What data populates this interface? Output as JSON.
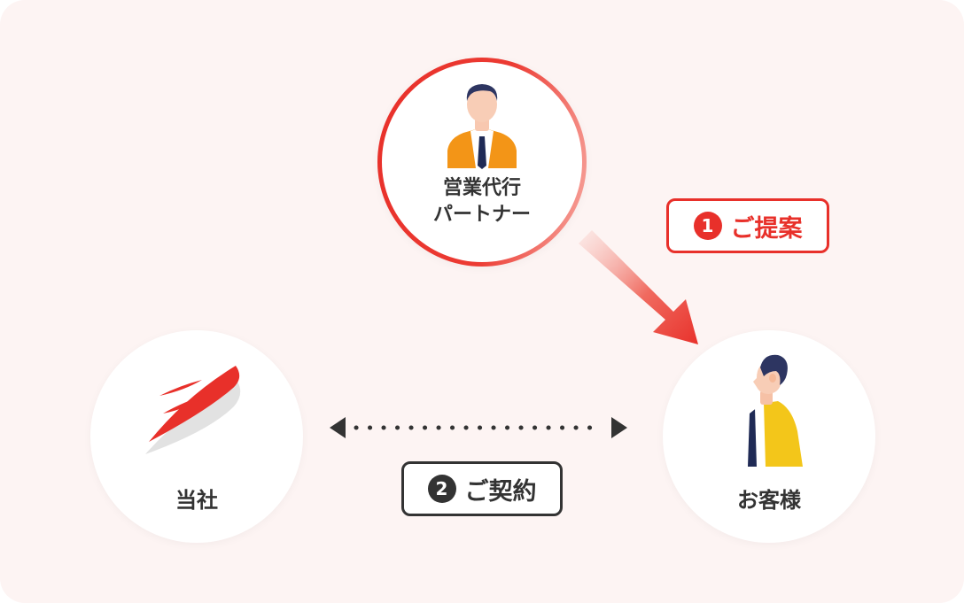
{
  "partner": {
    "label_line1": "営業代行",
    "label_line2": "パートナー",
    "icon": "businessman-icon"
  },
  "company": {
    "label": "当社",
    "icon": "swoosh-logo"
  },
  "customer": {
    "label": "お客様",
    "icon": "customer-person-icon"
  },
  "step1": {
    "number": "1",
    "label": "ご提案",
    "color": "#e8302a"
  },
  "step2": {
    "number": "2",
    "label": "ご契約",
    "color": "#333333"
  },
  "colors": {
    "accent": "#e8302a",
    "dark": "#333333",
    "background": "#fdf4f3"
  }
}
